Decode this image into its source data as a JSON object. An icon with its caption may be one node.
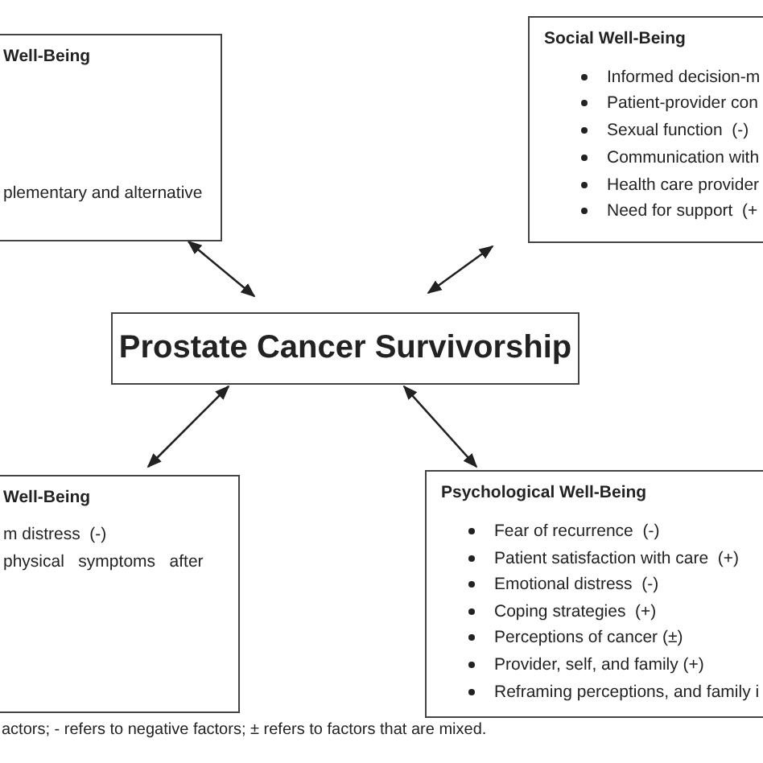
{
  "diagram": {
    "nodes": [
      {
        "text": [
          "Well-Being",
          "plementary and alternative"
        ]
      },
      {
        "text": [
          "Social Well-Being",
          "Informed decision-m",
          "Patient-provider con",
          "Sexual function  (-)",
          "Communication with",
          "Health care provider",
          "Need for support  (+"
        ]
      },
      {
        "text": [
          "Prostate Cancer Survivorship"
        ]
      },
      {
        "text": [
          "Well-Being",
          "m distress  (-)",
          "physical   symptoms   after"
        ]
      },
      {
        "text": [
          "Psychological Well-Being",
          "Fear of recurrence  (-)",
          "Patient satisfaction with care  (+)",
          "Emotional distress  (-)",
          "Coping strategies  (+)",
          "Perceptions of cancer (±)",
          "Provider, self, and family (+)",
          "Reframing perceptions, and family i"
        ]
      }
    ],
    "edges": [
      {
        "from": 0,
        "to": 2,
        "arrow": "both"
      },
      {
        "from": 1,
        "to": 2,
        "arrow": "both"
      },
      {
        "from": 2,
        "to": 3,
        "arrow": "both"
      },
      {
        "from": 2,
        "to": 4,
        "arrow": "both"
      }
    ],
    "labels": [
      "actors; - refers to negative factors; ± refers to factors that are mixed."
    ]
  }
}
